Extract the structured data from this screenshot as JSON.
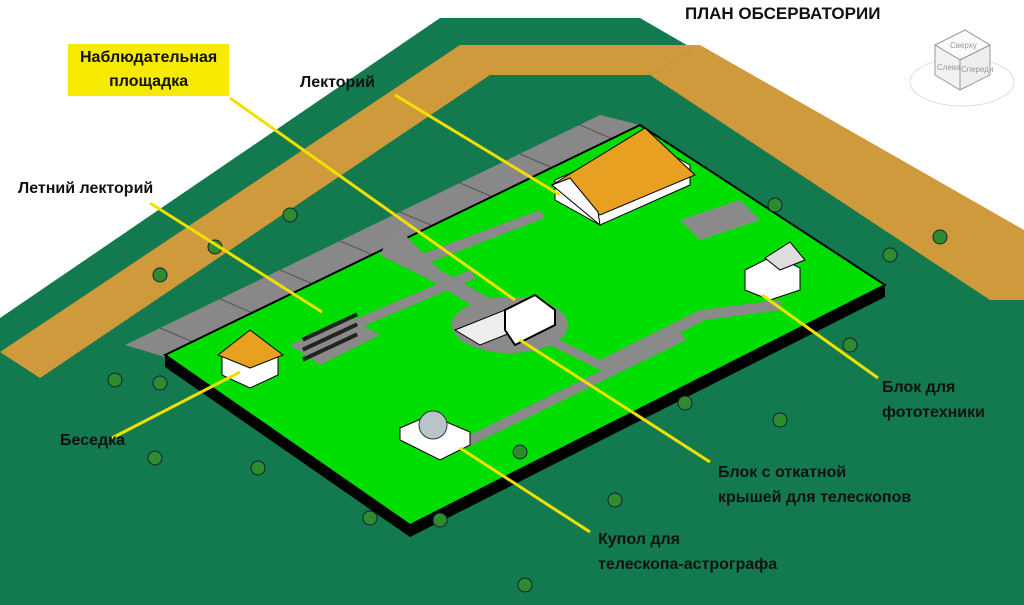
{
  "title": "ПЛАН ОБСЕРВАТОРИИ",
  "view_cube": {
    "top": "Сверху",
    "left": "Слева",
    "front": "Спереди"
  },
  "labels": {
    "observation_site": [
      "Наблюдательная",
      "площадка"
    ],
    "lecture_hall": "Лекторий",
    "summer_lecture_hall": "Летний лекторий",
    "gazebo": "Беседка",
    "photo_block": [
      "Блок для",
      "фототехники"
    ],
    "rolloff_block": [
      "Блок с откатной",
      "крышей для телескопов"
    ],
    "dome": [
      "Купол для",
      "телескопа-астрографа"
    ]
  },
  "colors": {
    "lawn": "#00dd00",
    "ground": "#137a50",
    "road": "#cf9a3c",
    "path": "#8a8a8a",
    "leader": "#f0e000",
    "fence": "#000000"
  }
}
